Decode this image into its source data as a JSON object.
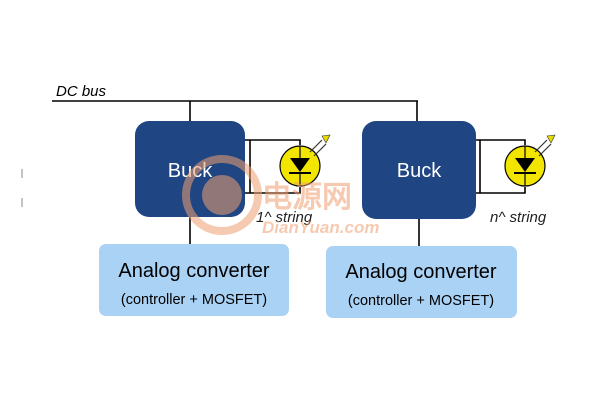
{
  "diagram": {
    "bus_label": "DC bus",
    "buck_label": "Buck",
    "analog_title": "Analog converter",
    "analog_subtitle": "(controller + MOSFET)",
    "string1_label": "1^ string",
    "stringn_label": "n^ string",
    "watermark_cn": "电源网",
    "watermark_en": "DianYuan.com"
  },
  "colors": {
    "buck_fill": "#1f4583",
    "analog_fill": "#a9d2f5",
    "led_yellow": "#f2e600",
    "watermark_orange": "#f0a070"
  }
}
